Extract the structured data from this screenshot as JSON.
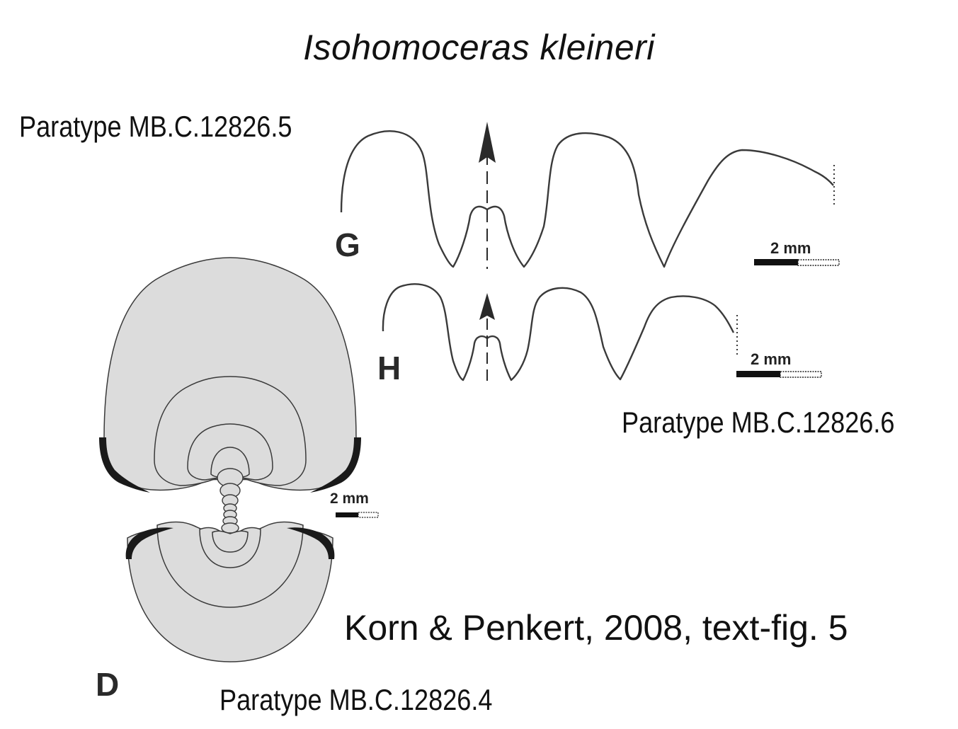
{
  "figure": {
    "title": "Isohomoceras kleineri",
    "citation": "Korn & Penkert, 2008, text-fig. 5",
    "panels": [
      {
        "id": "G",
        "specimen": "Paratype MB.C.12826.5",
        "scale_label": "2 mm",
        "view": "suture-line"
      },
      {
        "id": "H",
        "specimen": "Paratype MB.C.12826.6",
        "scale_label": "2 mm",
        "view": "suture-line"
      },
      {
        "id": "D",
        "specimen": "Paratype MB.C.12826.4",
        "scale_label": "2 mm",
        "view": "cross-section"
      }
    ]
  },
  "colors": {
    "shell_fill": "#dcdcdc",
    "line": "#3a3a3a",
    "outline_dark": "#1a1a1a",
    "background": "#ffffff"
  }
}
